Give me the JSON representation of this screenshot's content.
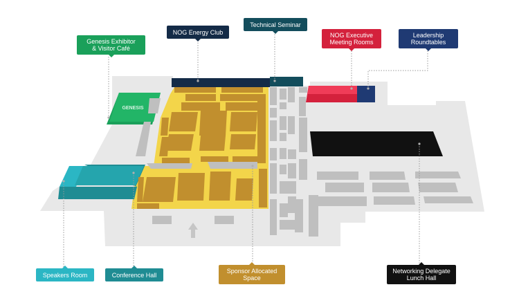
{
  "colors": {
    "background": "#ffffff",
    "floor": "#e8e8e8",
    "sponsor_space": "#f3d54a",
    "booth": "#c18f2e",
    "generic_booth": "#bfbfbf",
    "genesis": "#1aa05a",
    "speakers": "#1f97a3",
    "conference": "#1f8c93",
    "energy_club": "#142b47",
    "technical": "#134d5c",
    "executive": "#d4213c",
    "leadership": "#1f3a73",
    "networking": "#111111",
    "leader_line": "#9a9a9a"
  },
  "labels": {
    "genesis": {
      "line1": "Genesis Exhibitor",
      "line2": "& Visitor Café",
      "color": "#1aa05a"
    },
    "energy_club": {
      "line1": "NOG Energy Club",
      "color": "#142b47"
    },
    "technical": {
      "line1": "Technical Seminar",
      "color": "#134d5c"
    },
    "executive": {
      "line1": "NOG Executive",
      "line2": "Meeting Rooms",
      "color": "#d4213c"
    },
    "leadership": {
      "line1": "Leadership",
      "line2": "Roundtables",
      "color": "#1f3a73"
    },
    "speakers": {
      "line1": "Speakers Room",
      "color": "#2bb6c4"
    },
    "conference": {
      "line1": "Conference Hall",
      "color": "#1f8c93"
    },
    "sponsor": {
      "line1": "Sponsor Allocated",
      "line2": "Space",
      "color": "#c18f2e"
    },
    "networking": {
      "line1": "Networking Delegate",
      "line2": "Lunch Hall",
      "color": "#111111"
    }
  },
  "genesis_logo_text": "GENESIS",
  "icons": {
    "entrance_arrow": "up-arrow-icon"
  }
}
